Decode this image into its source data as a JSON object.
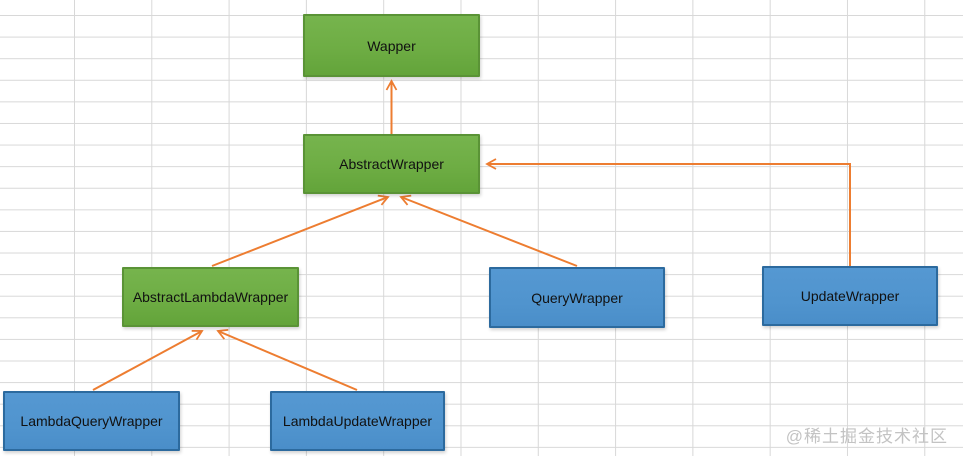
{
  "watermark": {
    "text": "@稀土掘金技术社区",
    "color": "#c3c3c3"
  },
  "grid": {
    "line_color": "#d8d8d8",
    "background": "#ffffff"
  },
  "diagram": {
    "type": "class-inheritance",
    "nodes": [
      {
        "id": "wapper",
        "label": "Wapper",
        "style": "green"
      },
      {
        "id": "abstract-wrapper",
        "label": "AbstractWrapper",
        "style": "green"
      },
      {
        "id": "abstract-lambda-wrapper",
        "label": "AbstractLambdaWrapper",
        "style": "green"
      },
      {
        "id": "query-wrapper",
        "label": "QueryWrapper",
        "style": "blue"
      },
      {
        "id": "update-wrapper",
        "label": "UpdateWrapper",
        "style": "blue"
      },
      {
        "id": "lambda-query-wrapper",
        "label": "LambdaQueryWrapper",
        "style": "blue"
      },
      {
        "id": "lambda-update-wrapper",
        "label": "LambdaUpdateWrapper",
        "style": "blue"
      }
    ],
    "edges": [
      {
        "from": "AbstractWrapper",
        "to": "Wapper"
      },
      {
        "from": "AbstractLambdaWrapper",
        "to": "AbstractWrapper"
      },
      {
        "from": "QueryWrapper",
        "to": "AbstractWrapper"
      },
      {
        "from": "UpdateWrapper",
        "to": "AbstractWrapper"
      },
      {
        "from": "LambdaQueryWrapper",
        "to": "AbstractLambdaWrapper"
      },
      {
        "from": "LambdaUpdateWrapper",
        "to": "AbstractLambdaWrapper"
      }
    ],
    "colors": {
      "green_fill": "#6ead44",
      "green_border": "#5a9336",
      "blue_fill": "#5094ce",
      "blue_border": "#2c6a9e",
      "arrow": "#ed7d31",
      "text": "#111111"
    }
  }
}
